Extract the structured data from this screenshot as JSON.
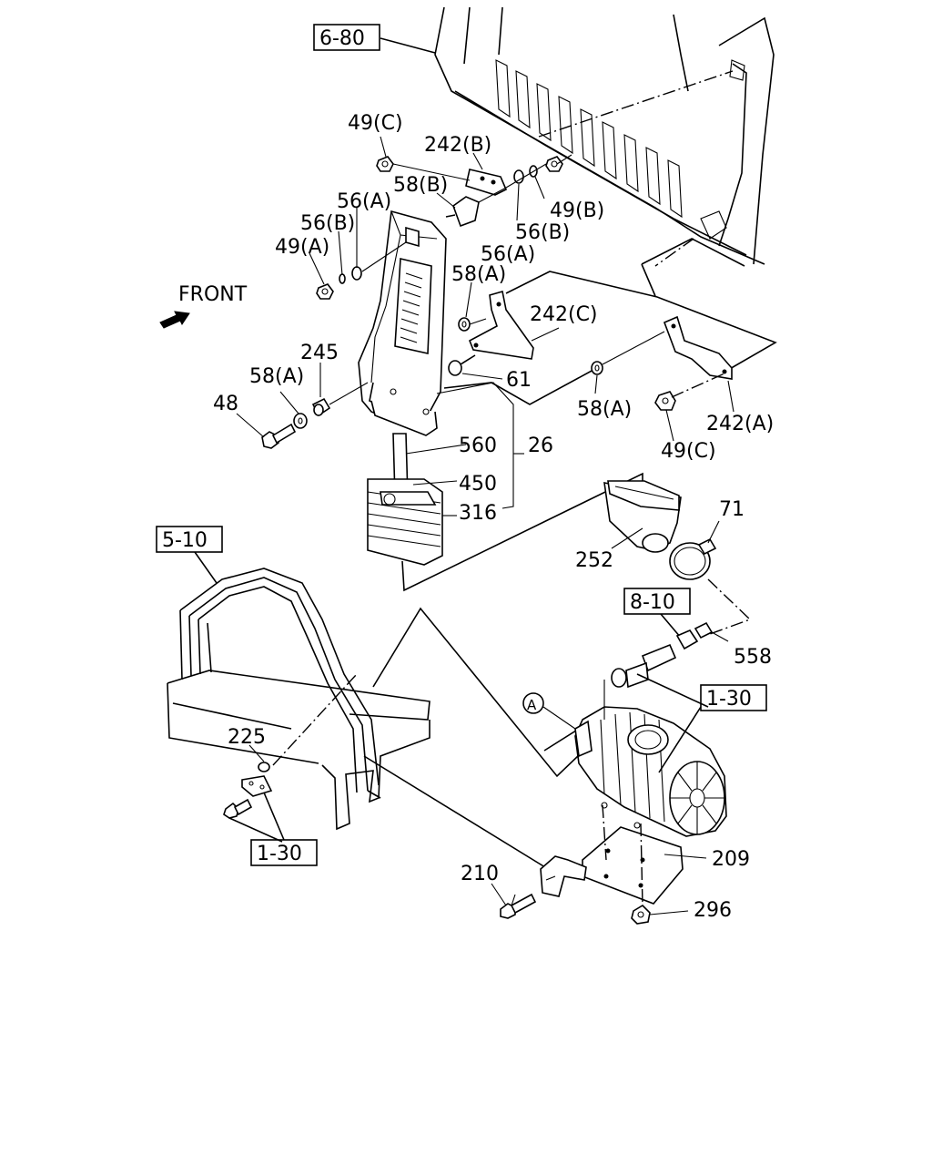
{
  "labels": {
    "ref_6_80": "6-80",
    "ref_5_10": "5-10",
    "ref_8_10": "8-10",
    "ref_1_30_a": "1-30",
    "ref_1_30_b": "1-30",
    "front": "FRONT",
    "circle_a": "A",
    "p49c_top": "49(C)",
    "p242b": "242(B)",
    "p58b": "58(B)",
    "p56a_left": "56(A)",
    "p56b_left": "56(B)",
    "p49a": "49(A)",
    "p56b_right": "56(B)",
    "p49b": "49(B)",
    "p56a_right": "56(A)",
    "p58a_upper": "58(A)",
    "p242c": "242(C)",
    "p245": "245",
    "p58a_left": "58(A)",
    "p61": "61",
    "p48": "48",
    "p58a_mid": "58(A)",
    "p242a": "242(A)",
    "p49c_right": "49(C)",
    "p560": "560",
    "p26": "26",
    "p450": "450",
    "p316": "316",
    "p71": "71",
    "p252": "252",
    "p558": "558",
    "p225": "225",
    "p209": "209",
    "p210": "210",
    "p296": "296"
  }
}
